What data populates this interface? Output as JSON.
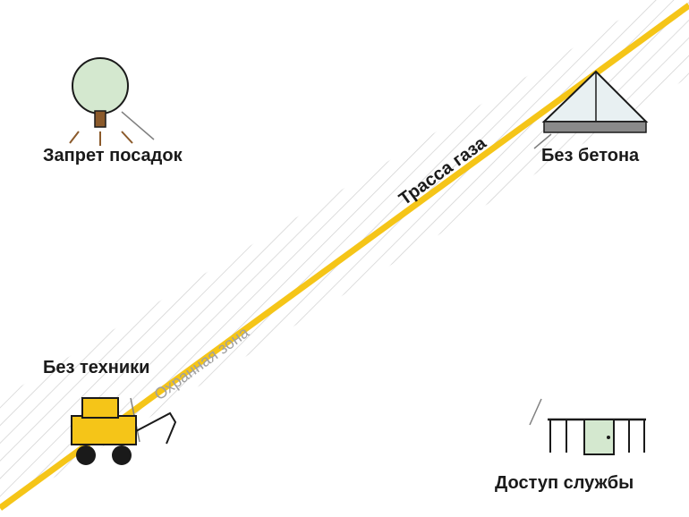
{
  "pipeline": {
    "label": "Трасса газа",
    "color": "#f5c518"
  },
  "zone": {
    "label": "Охранная зона",
    "stripe_color": "#cfcfcf"
  },
  "restrictions": [
    {
      "id": "no-planting",
      "label": "Запрет посадок",
      "icon": "tree-icon"
    },
    {
      "id": "no-concrete",
      "label": "Без бетона",
      "icon": "slab-icon"
    },
    {
      "id": "no-machinery",
      "label": "Без техники",
      "icon": "excavator-icon"
    },
    {
      "id": "service-access",
      "label": "Доступ службы",
      "icon": "fence-gate-icon"
    }
  ],
  "colors": {
    "tree_crown": "#d4e8cf",
    "tree_trunk": "#8b5a2b",
    "excavator": "#f5c518",
    "gate": "#d4e8cf",
    "slab": "#8a8a8a",
    "roof": "#e8f0f2"
  }
}
